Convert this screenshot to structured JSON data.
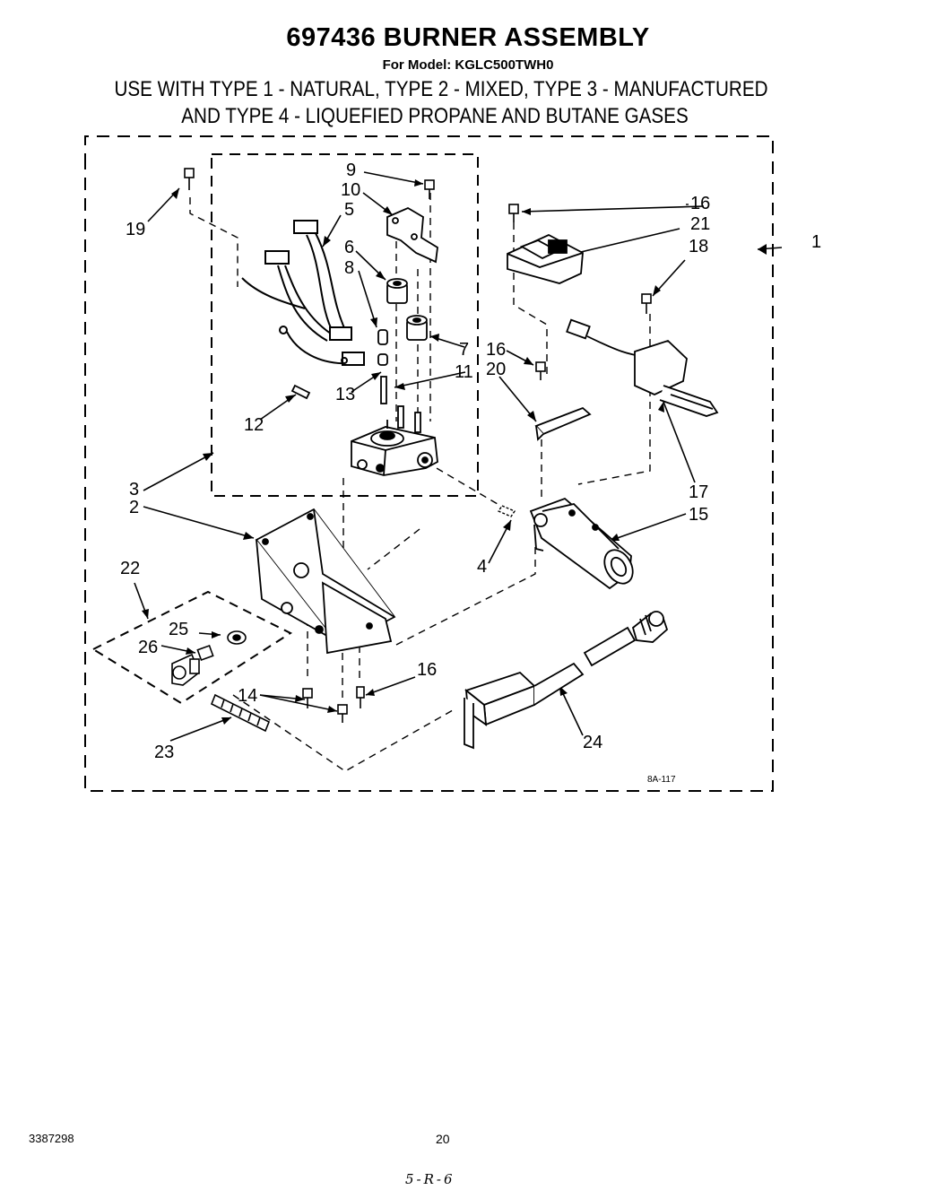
{
  "header": {
    "title": "697436 BURNER ASSEMBLY",
    "model": "For Model: KGLC500TWH0",
    "usage_line1": "USE WITH TYPE 1 - NATURAL, TYPE 2 - MIXED, TYPE 3 - MANUFACTURED",
    "usage_line2": "AND TYPE 4 - LIQUEFIED PROPANE AND BUTANE GASES"
  },
  "diagram": {
    "drawing_code": "8A-117",
    "callouts": [
      "1",
      "2",
      "3",
      "4",
      "5",
      "6",
      "7",
      "8",
      "9",
      "10",
      "11",
      "12",
      "13",
      "14",
      "15",
      "16",
      "17",
      "18",
      "19",
      "20",
      "21",
      "22",
      "23",
      "24",
      "25",
      "26"
    ]
  },
  "footer": {
    "doc_number": "3387298",
    "page_number": "20",
    "handwritten": "5-R-6"
  }
}
